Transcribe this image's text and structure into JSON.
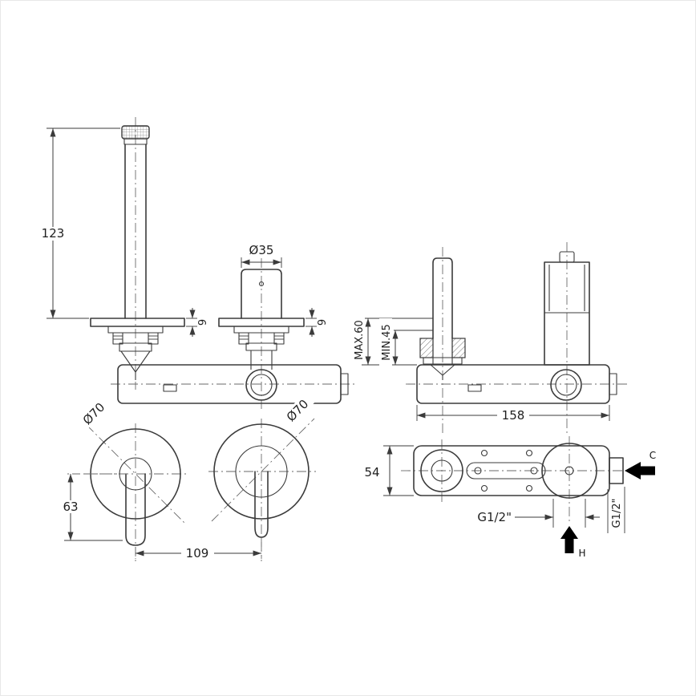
{
  "drawing": {
    "colors": {
      "line": "#3b3b3b",
      "centerline": "#6a6a6a",
      "solid_arrow": "#000000",
      "background": "#ffffff"
    },
    "front_view": {
      "spout_height": "123",
      "handle_diameter": "Ø35",
      "spout_plate_thickness": "9",
      "handle_plate_thickness": "9"
    },
    "plan_view": {
      "spout_rosette_diameter": "Ø70",
      "handle_rosette_diameter": "Ø70",
      "spout_offset": "63",
      "centers_distance": "109"
    },
    "side_view": {
      "max_depth": "MAX.60",
      "min_depth": "MIN.45",
      "body_width": "158"
    },
    "rough_in_view": {
      "body_height": "54",
      "bottom_connection": "G1/2\"",
      "side_connection": "G1/2\"",
      "cold_marker": "C",
      "hot_marker": "H"
    }
  }
}
